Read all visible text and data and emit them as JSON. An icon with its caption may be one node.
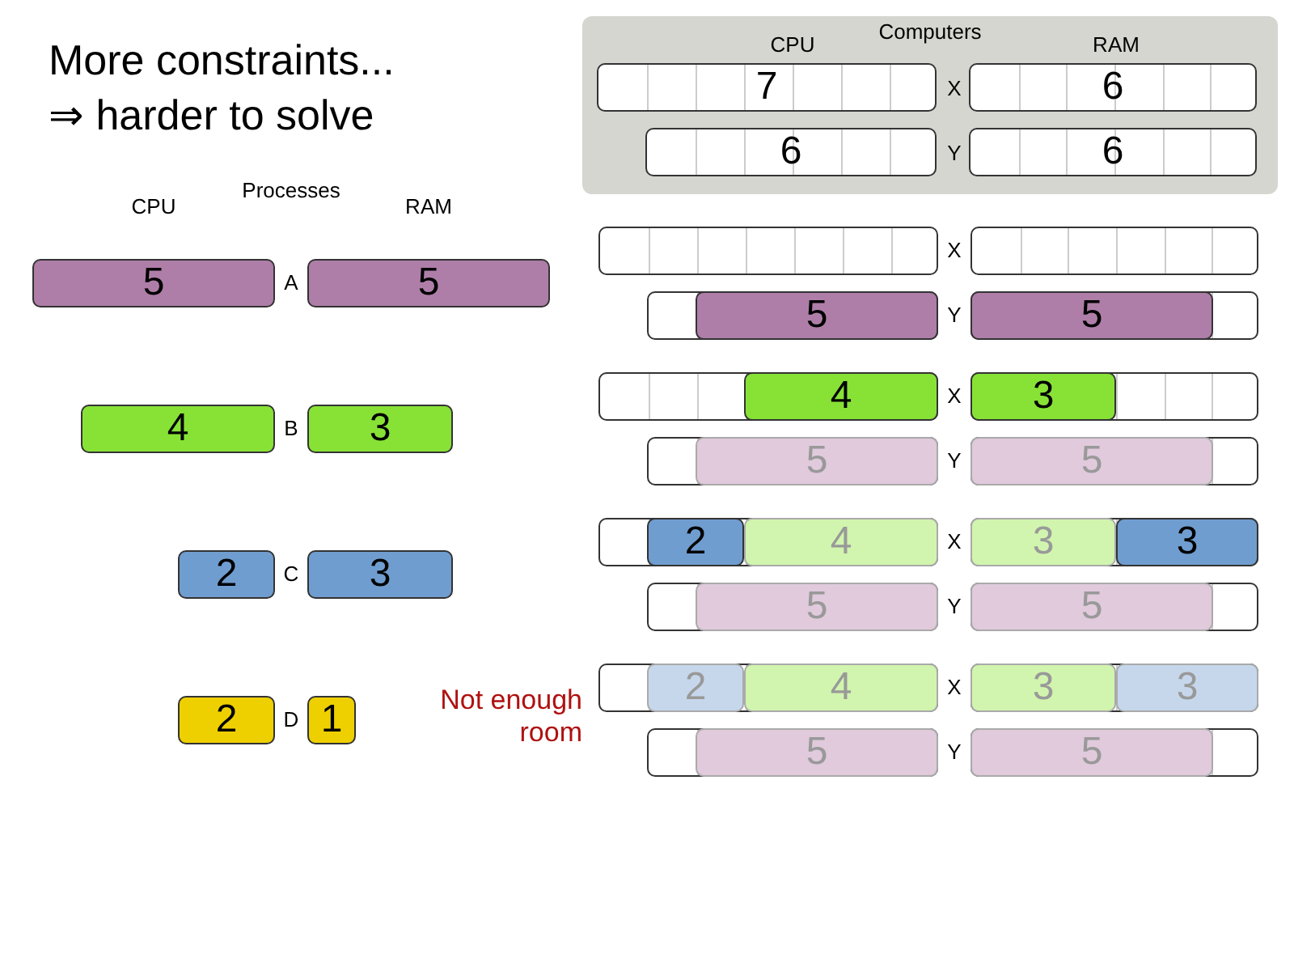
{
  "diagram": {
    "title": "More constraints... ⇒ harder to solve",
    "nodes": [
      {
        "text": [
          "Computers"
        ]
      },
      {
        "text": [
          "7"
        ],
        "in": 0
      },
      {
        "text": [
          "6"
        ],
        "in": 0
      },
      {
        "text": [
          "6"
        ],
        "in": 0
      },
      {
        "text": [
          "6"
        ],
        "in": 0
      },
      {
        "text": [
          "5"
        ]
      },
      {
        "text": [
          "5"
        ]
      },
      {
        "text": [
          "4"
        ]
      },
      {
        "text": [
          "3"
        ]
      },
      {
        "text": [
          "2"
        ]
      },
      {
        "text": [
          "3"
        ]
      },
      {
        "text": [
          "2"
        ]
      },
      {
        "text": [
          "1"
        ]
      },
      {
        "text": [],
        "shape": "bar"
      },
      {
        "text": [],
        "shape": "bar"
      },
      {
        "text": [],
        "shape": "bar"
      },
      {
        "text": [
          "5"
        ],
        "in": 15
      },
      {
        "text": [],
        "shape": "bar"
      },
      {
        "text": [
          "5"
        ],
        "in": 17
      },
      {
        "text": [],
        "shape": "bar"
      },
      {
        "text": [
          "4"
        ],
        "in": 19
      },
      {
        "text": [],
        "shape": "bar"
      },
      {
        "text": [
          "3"
        ],
        "in": 21
      },
      {
        "text": [],
        "shape": "bar"
      },
      {
        "text": [
          "5"
        ],
        "in": 23
      },
      {
        "text": [],
        "shape": "bar"
      },
      {
        "text": [
          "5"
        ],
        "in": 25
      },
      {
        "text": [],
        "shape": "bar"
      },
      {
        "text": [
          "2"
        ],
        "in": 27
      },
      {
        "text": [
          "4"
        ],
        "in": 27
      },
      {
        "text": [],
        "shape": "bar"
      },
      {
        "text": [
          "3"
        ],
        "in": 30
      },
      {
        "text": [
          "3"
        ],
        "in": 30
      },
      {
        "text": [],
        "shape": "bar"
      },
      {
        "text": [
          "5"
        ],
        "in": 33
      },
      {
        "text": [],
        "shape": "bar"
      },
      {
        "text": [
          "5"
        ],
        "in": 35
      },
      {
        "text": [],
        "shape": "bar"
      },
      {
        "text": [
          "2"
        ],
        "in": 37
      },
      {
        "text": [
          "4"
        ],
        "in": 37
      },
      {
        "text": [],
        "shape": "bar"
      },
      {
        "text": [
          "3"
        ],
        "in": 40
      },
      {
        "text": [
          "3"
        ],
        "in": 40
      },
      {
        "text": [],
        "shape": "bar"
      },
      {
        "text": [
          "5"
        ],
        "in": 43
      },
      {
        "text": [],
        "shape": "bar"
      },
      {
        "text": [
          "5"
        ],
        "in": 45
      }
    ],
    "labels": [
      "CPU",
      "RAM",
      "X",
      "Y",
      "Processes",
      "CPU",
      "RAM",
      "A",
      "X",
      "Y",
      "B",
      "X",
      "Y",
      "C",
      "X",
      "Y",
      "D",
      "Not enough room",
      "X",
      "Y"
    ]
  }
}
